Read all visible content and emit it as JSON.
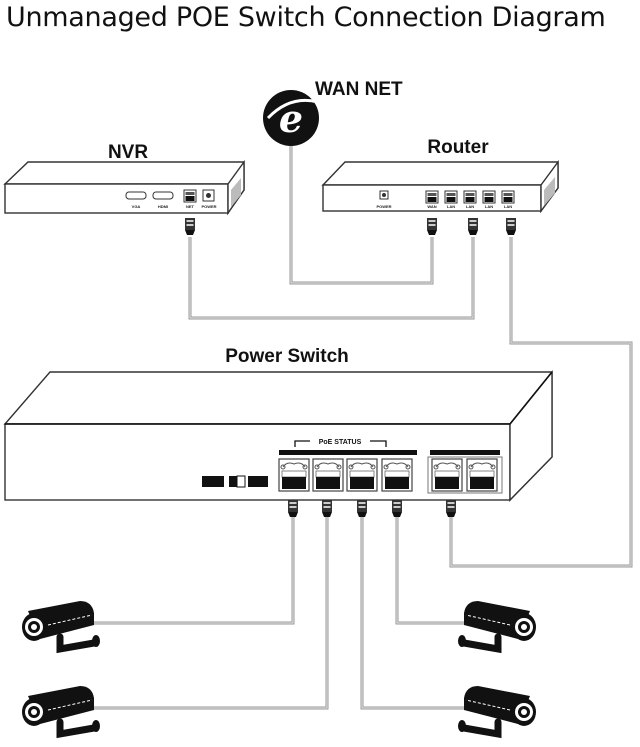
{
  "title": "Unmanaged POE Switch Connection Diagram",
  "devices": {
    "wan": {
      "label": "WAN NET",
      "icon": "internet-explorer-globe-icon"
    },
    "nvr": {
      "label": "NVR",
      "ports": [
        "VGA",
        "HDMI",
        "NET",
        "POWER"
      ]
    },
    "router": {
      "label": "Router",
      "ports": [
        "POWER",
        "WAN",
        "LAN",
        "LAN",
        "LAN",
        "LAN"
      ]
    },
    "switch": {
      "label": "Power Switch",
      "poe_group_label": "PoE STATUS",
      "poe_ports": 4,
      "uplink_ports": 2
    },
    "cameras": [
      {
        "name": "camera-1",
        "side": "left"
      },
      {
        "name": "camera-2",
        "side": "left"
      },
      {
        "name": "camera-3",
        "side": "right"
      },
      {
        "name": "camera-4",
        "side": "right"
      }
    ]
  },
  "connections": [
    {
      "from": "WAN NET",
      "to": "Router WAN"
    },
    {
      "from": "NVR NET",
      "to": "Router LAN"
    },
    {
      "from": "Router LAN",
      "to": "Power Switch uplink"
    },
    {
      "from": "Power Switch PoE 1",
      "to": "camera-2"
    },
    {
      "from": "Power Switch PoE 2",
      "to": "camera-1"
    },
    {
      "from": "Power Switch PoE 3",
      "to": "camera-4"
    },
    {
      "from": "Power Switch PoE 4",
      "to": "camera-3"
    }
  ],
  "colors": {
    "ink": "#111111",
    "wire": "#999999",
    "background": "#ffffff"
  }
}
